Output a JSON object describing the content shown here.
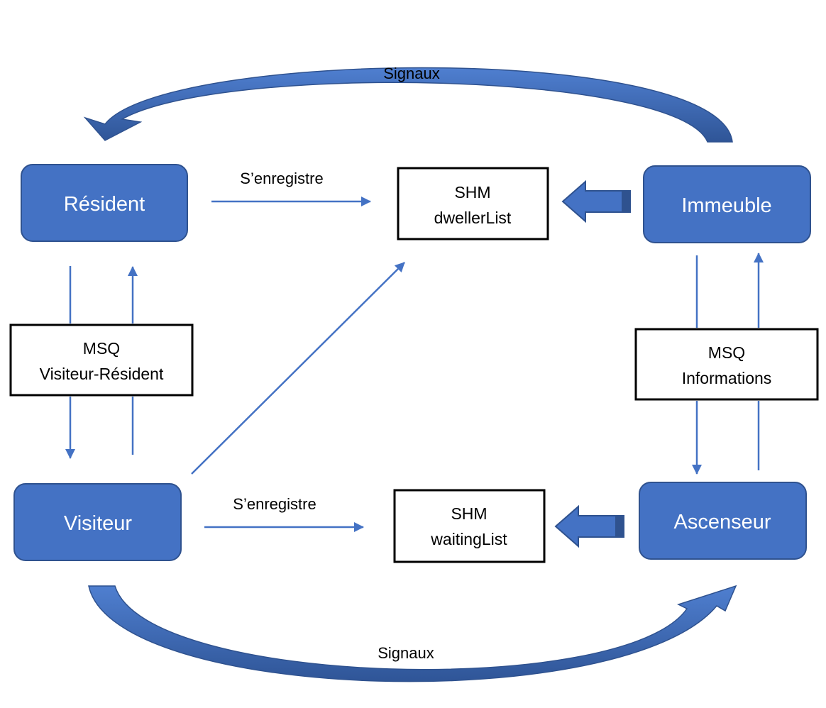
{
  "colors": {
    "node_fill": "#4472C4",
    "node_stroke": "#2F528F",
    "arrow": "#4472C4",
    "box_stroke": "#000000",
    "box_fill": "#FFFFFF"
  },
  "nodes": {
    "resident": "Résident",
    "immeuble": "Immeuble",
    "visiteur": "Visiteur",
    "ascenseur": "Ascenseur"
  },
  "boxes": {
    "shm_dweller": {
      "line1": "SHM",
      "line2": "dwellerList"
    },
    "shm_waiting": {
      "line1": "SHM",
      "line2": "waitingList"
    },
    "msq_visiteur_resident": {
      "line1": "MSQ",
      "line2": "Visiteur-Résident"
    },
    "msq_informations": {
      "line1": "MSQ",
      "line2": "Informations"
    }
  },
  "labels": {
    "signaux_top": "Signaux",
    "signaux_bottom": "Signaux",
    "senregistre_top": "S’enregistre",
    "senregistre_bottom": "S’enregistre"
  }
}
